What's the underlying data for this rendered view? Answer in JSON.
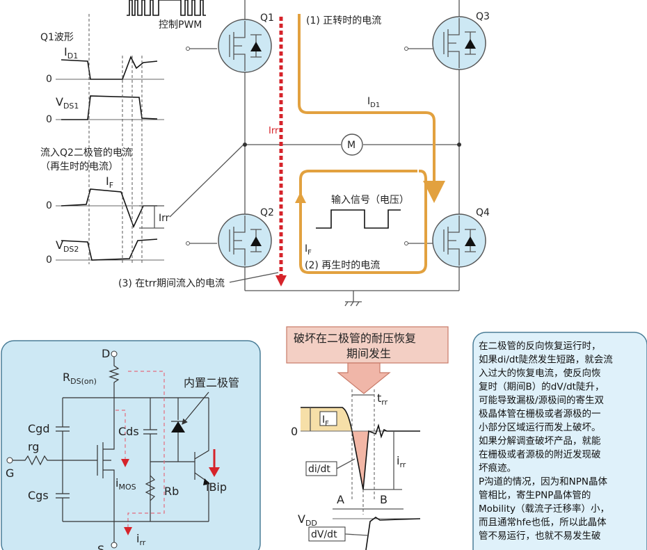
{
  "waveforms": {
    "pwm_label": "控制PWM",
    "q1_title": "Q1波形",
    "id1": "I",
    "id1_sub": "D1",
    "vds1": "V",
    "vds1_sub": "DS1",
    "zero": "0",
    "q2_title_line1": "流入Q2二极管的电流",
    "q2_title_line2": "（再生时的电流）",
    "if": "I",
    "if_sub": "F",
    "irr": "Irr",
    "vds2": "V",
    "vds2_sub": "DS2"
  },
  "bridge": {
    "q1": "Q1",
    "q2": "Q2",
    "q3": "Q3",
    "q4": "Q4",
    "motor": "M",
    "forward_label": "(1) 正转时的电流",
    "id1_label": "I",
    "id1_sub": "D1",
    "irr_label": "Irr",
    "input_signal": "输入信号（电压）",
    "if_label": "I",
    "if_sub": "F",
    "regen_label": "(2) 再生时的电流",
    "trr_label": "(3) 在trr期间流入的电流"
  },
  "mosfet_model": {
    "drain": "D",
    "rds": "R",
    "rds_sub": "DS(on)",
    "builtin_diode": "内置二极管",
    "cgd": "Cgd",
    "rg": "rg",
    "gate": "G",
    "cds": "Cds",
    "imos": "i",
    "imos_sub": "MOS",
    "rb": "Rb",
    "ibip": "iBip",
    "cgs": "Cgs",
    "source": "S",
    "irr": "i",
    "irr_sub": "rr"
  },
  "recovery": {
    "banner_line1": "破坏在二极管的耐压恢复",
    "banner_line2": "期间发生",
    "trr": "t",
    "trr_sub": "rr",
    "if": "I",
    "if_sub": "F",
    "zero": "0",
    "didt": "di/dt",
    "irr": "i",
    "irr_sub": "rr",
    "a": "A",
    "b": "B",
    "vdd": "V",
    "vdd_sub": "DD",
    "dvdt": "dV/dt"
  },
  "note": {
    "lines": [
      "在二极管的反向恢复运行时，",
      "如果di/dt陡然发生短路，就会流",
      "入过大的恢复电流，使反向恢",
      "复时（期间B）的dV/dt陡升，",
      "可能导致漏极/源极间的寄生双",
      "极晶体管在栅极或者源极的一",
      "小部分区域运行而发上破坏。",
      "如果分解调查破坏产品，就能",
      "在栅极或者源极的附近发现破",
      "坏痕迹。",
      "P沟道的情况，因为和NPN晶体",
      "管相比，寄生PNP晶体管的",
      "Mobility（载流子迁移率）小，",
      "而且通常hfe也低，所以此晶体",
      "管不易运行，也就不易发生破"
    ]
  },
  "colors": {
    "accent_orange": "#e2a13f",
    "accent_red": "#d6232a",
    "panel_blue": "#cde8f4",
    "note_blue": "#dff1fa"
  }
}
